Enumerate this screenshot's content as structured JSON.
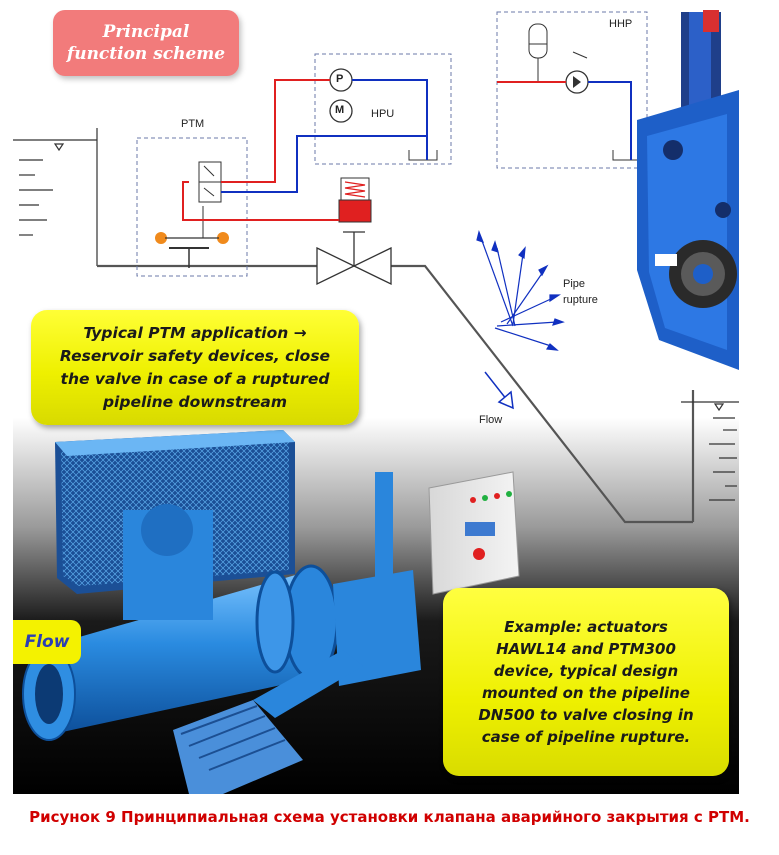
{
  "title_box": {
    "line1": "Principal",
    "line2": "function scheme"
  },
  "labels": {
    "ptm": "PTM",
    "hpu": "HPU",
    "hhp": "HHP",
    "pump": "P",
    "motor": "M",
    "pipe_rupture_line1": "Pipe",
    "pipe_rupture_line2": "rupture",
    "flow_right": "Flow",
    "flow_left": "Flow"
  },
  "application_box": {
    "line1": "Typical PTM application →",
    "line2": "Reservoir safety devices, close",
    "line3": "the valve in case of a ruptured",
    "line4": "pipeline downstream"
  },
  "example_box": {
    "line1": "Example: actuators",
    "line2": "HAWL14 and PTM300",
    "line3": "device, typical design",
    "line4": "mounted on the pipeline",
    "line5": "DN500 to valve closing in",
    "line6": "case of pipeline rupture."
  },
  "caption": "Рисунок 9 Принципиальная схема установки клапана аварийного закрытия с РТМ.",
  "colors": {
    "title_box": "#f27b7b",
    "callout_yellow": "#eef000",
    "hydraulic_red": "#e02020",
    "hydraulic_blue": "#1030c0",
    "equipment_blue": "#2a8be0",
    "caption_red": "#d00000"
  }
}
